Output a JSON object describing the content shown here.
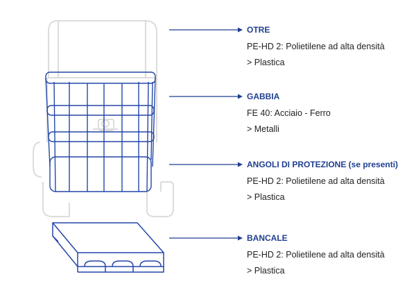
{
  "colors": {
    "accent": "#1f3f8f",
    "outline": "#2347a8",
    "ghost": "#dcdcdc",
    "text": "#222222"
  },
  "labels": [
    {
      "title": "OTRE",
      "material": "PE-HD 2: Polietilene ad alta densità",
      "category": "> Plastica"
    },
    {
      "title": "GABBIA",
      "material": "FE 40: Acciaio - Ferro",
      "category": "> Metalli"
    },
    {
      "title": "ANGOLI DI PROTEZIONE (se presenti)",
      "material": "PE-HD 2: Polietilene ad alta densità",
      "category": "> Plastica"
    },
    {
      "title": "BANCALE",
      "material": "PE-HD 2: Polietilene ad alta densità",
      "category": "> Plastica"
    }
  ]
}
